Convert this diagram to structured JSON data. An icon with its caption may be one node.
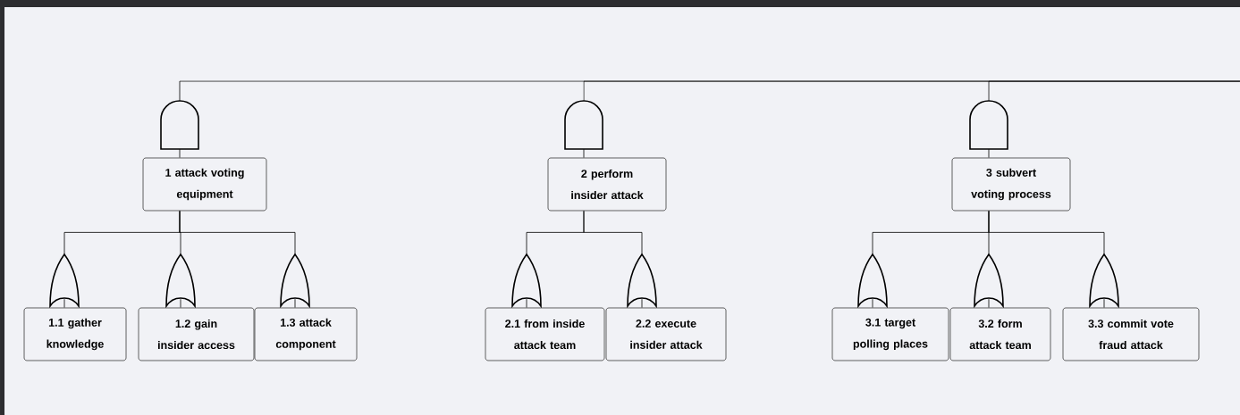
{
  "diagram": {
    "nodes": [
      {
        "text": [],
        "shape": "and-gate"
      },
      {
        "text": [],
        "shape": "and-gate"
      },
      {
        "text": [],
        "shape": "and-gate"
      },
      {
        "text": [
          "1 attack voting equipment"
        ]
      },
      {
        "text": [
          "2 perform insider attack"
        ]
      },
      {
        "text": [
          "3 subvert voting process"
        ]
      },
      {
        "text": [],
        "shape": "or-gate"
      },
      {
        "text": [],
        "shape": "or-gate"
      },
      {
        "text": [],
        "shape": "or-gate"
      },
      {
        "text": [],
        "shape": "or-gate"
      },
      {
        "text": [],
        "shape": "or-gate"
      },
      {
        "text": [],
        "shape": "or-gate"
      },
      {
        "text": [],
        "shape": "or-gate"
      },
      {
        "text": [],
        "shape": "or-gate"
      },
      {
        "text": [
          "1.1 gather knowledge"
        ]
      },
      {
        "text": [
          "1.2 gain insider access"
        ]
      },
      {
        "text": [
          "1.3 attack component"
        ]
      },
      {
        "text": [
          "2.1 from inside attack team"
        ]
      },
      {
        "text": [
          "2.2 execute insider attack"
        ]
      },
      {
        "text": [
          "3.1 target polling places"
        ]
      },
      {
        "text": [
          "3.2 form attack team"
        ]
      },
      {
        "text": [
          "3.3 commit vote fraud attack"
        ]
      }
    ],
    "edges": [
      {
        "from": null,
        "to": 0,
        "arrow": "none"
      },
      {
        "from": null,
        "to": 1,
        "arrow": "none"
      },
      {
        "from": null,
        "to": 2,
        "arrow": "none"
      },
      {
        "from": 0,
        "to": 3,
        "arrow": "none"
      },
      {
        "from": 1,
        "to": 4,
        "arrow": "none"
      },
      {
        "from": 2,
        "to": 5,
        "arrow": "none"
      },
      {
        "from": 3,
        "to": 6,
        "arrow": "none"
      },
      {
        "from": 3,
        "to": 7,
        "arrow": "none"
      },
      {
        "from": 3,
        "to": 8,
        "arrow": "none"
      },
      {
        "from": 4,
        "to": 9,
        "arrow": "none"
      },
      {
        "from": 4,
        "to": 10,
        "arrow": "none"
      },
      {
        "from": 5,
        "to": 11,
        "arrow": "none"
      },
      {
        "from": 5,
        "to": 12,
        "arrow": "none"
      },
      {
        "from": 5,
        "to": 13,
        "arrow": "none"
      },
      {
        "from": 6,
        "to": 14,
        "arrow": "none"
      },
      {
        "from": 7,
        "to": 15,
        "arrow": "none"
      },
      {
        "from": 8,
        "to": 16,
        "arrow": "none"
      },
      {
        "from": 9,
        "to": 17,
        "arrow": "none"
      },
      {
        "from": 10,
        "to": 18,
        "arrow": "none"
      },
      {
        "from": 11,
        "to": 19,
        "arrow": "none"
      },
      {
        "from": 12,
        "to": 20,
        "arrow": "none"
      },
      {
        "from": 13,
        "to": 21,
        "arrow": "none"
      }
    ]
  }
}
